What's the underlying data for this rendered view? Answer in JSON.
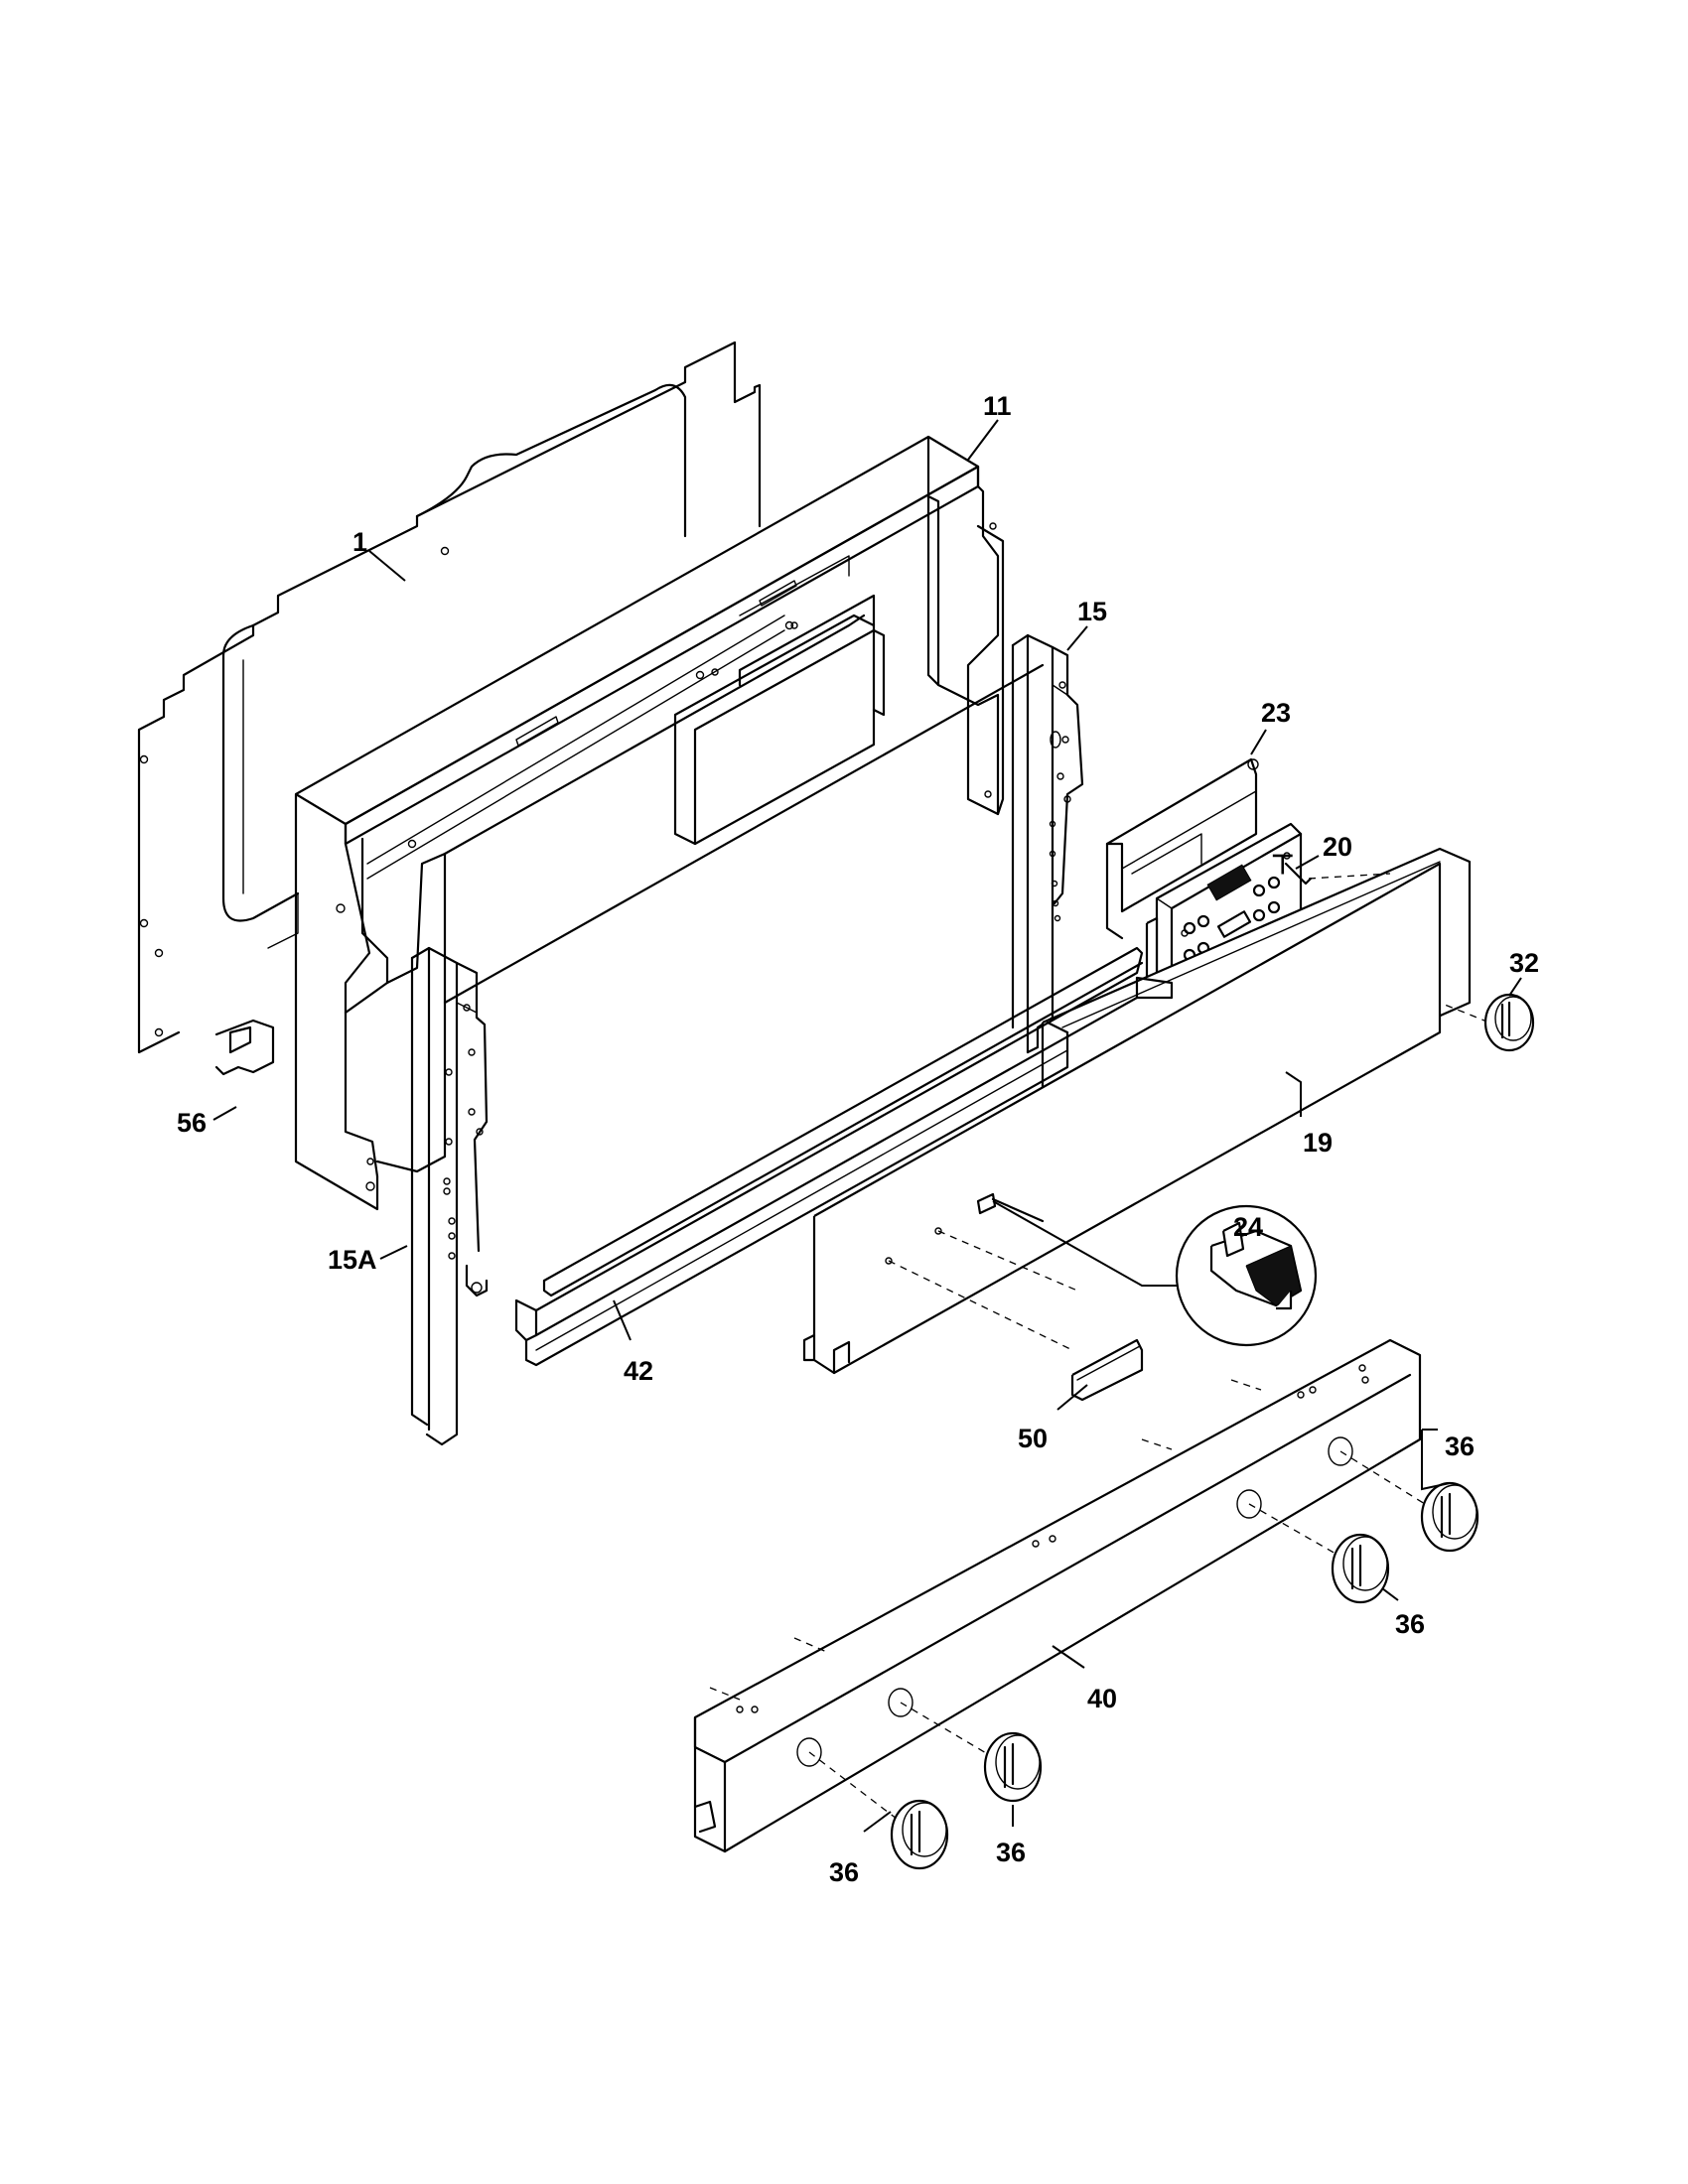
{
  "diagram": {
    "labels": {
      "l1": "1",
      "l11": "11",
      "l15": "15",
      "l15a": "15A",
      "l19": "19",
      "l20": "20",
      "l23": "23",
      "l24": "24",
      "l32": "32",
      "l36a": "36",
      "l36b": "36",
      "l36c": "36",
      "l36d": "36",
      "l40": "40",
      "l42": "42",
      "l50": "50",
      "l56": "56"
    }
  }
}
